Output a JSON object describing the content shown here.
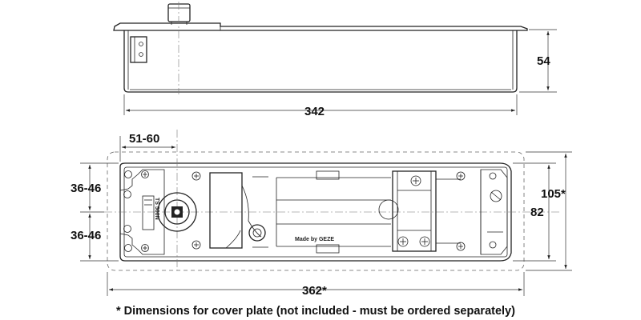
{
  "dimensions": {
    "length": "342",
    "height": "54",
    "spindle_offset": "51-60",
    "upper_offset": "36-46",
    "lower_offset": "36-46",
    "body_width": "82",
    "cover_width": "105*",
    "cover_length": "362*"
  },
  "engravings": {
    "model": "TS 500N",
    "maker": "Made by GEZE"
  },
  "footnote": "* Dimensions for cover plate (not included - must be ordered separately)",
  "colors": {
    "line": "#222222",
    "fill": "#ffffff"
  }
}
